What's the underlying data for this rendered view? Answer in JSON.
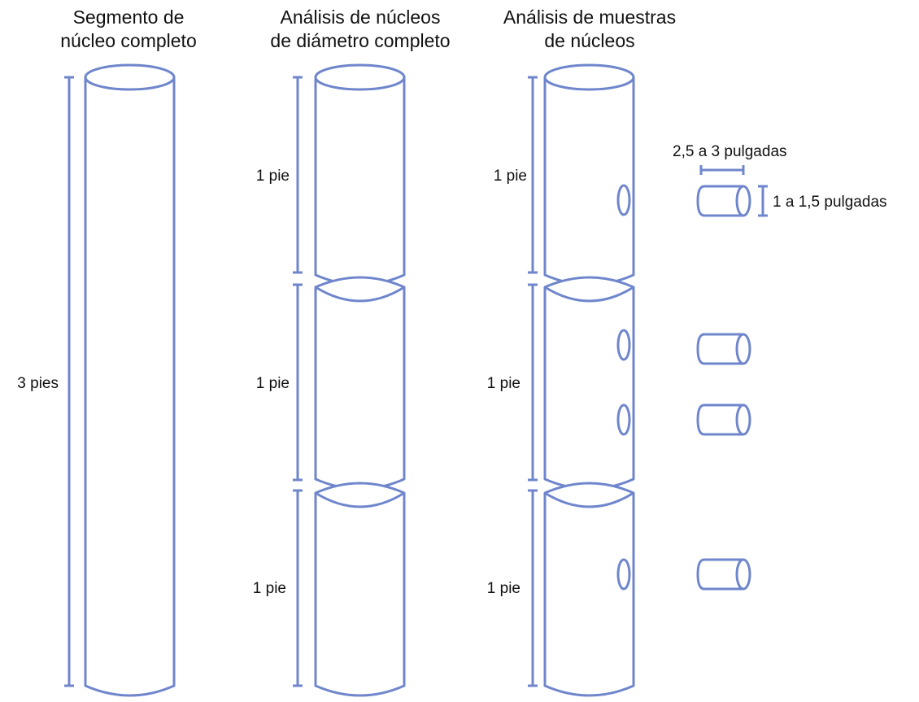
{
  "colors": {
    "stroke": "#6f86cc",
    "text": "#111111",
    "background": "#ffffff"
  },
  "columns": [
    {
      "title_lines": [
        "Segmento de",
        "núcleo completo"
      ],
      "label": "3 pies"
    },
    {
      "title_lines": [
        "Análisis de núcleos",
        "de diámetro completo"
      ],
      "segment_label": "1 pie"
    },
    {
      "title_lines": [
        "Análisis de muestras",
        "de núcleos"
      ],
      "segment_label": "1 pie"
    }
  ],
  "sample_dims": {
    "length_label": "2,5 a 3 pulgadas",
    "diameter_label": "1 a 1,5 pulgadas"
  },
  "plug_count": 4
}
